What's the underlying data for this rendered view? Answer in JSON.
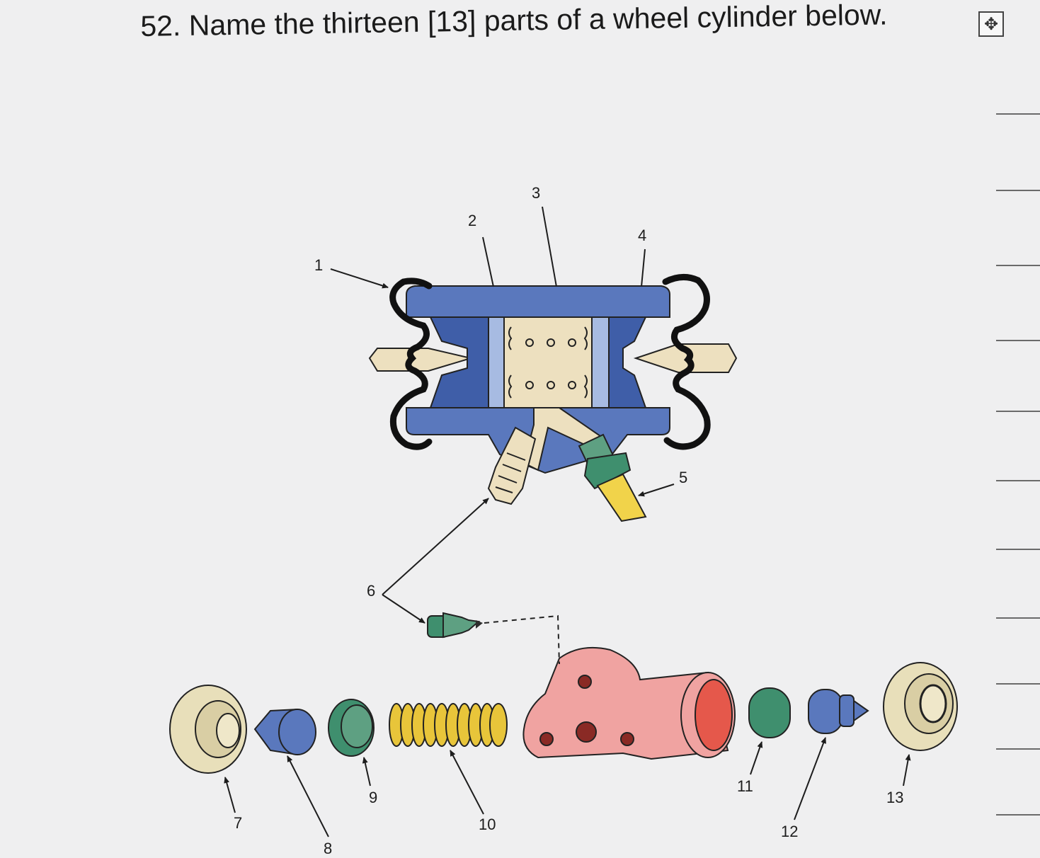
{
  "question": {
    "text": "52. Name the thirteen [13] parts of a wheel cylinder below.",
    "move_icon": "move-icon"
  },
  "diagram": {
    "part_labels": [
      "1",
      "2",
      "3",
      "4",
      "5",
      "6",
      "7",
      "8",
      "9",
      "10",
      "11",
      "12",
      "13"
    ]
  },
  "answer_lines": {
    "count": 11
  },
  "colors": {
    "body_blue": "#5a78bd",
    "piston_tan": "#ede0bf",
    "cup_blue": "#a7bbe2",
    "housing_red": "#f0a3a1",
    "seal_green": "#3f8f6e",
    "spring_yellow": "#e8c53a",
    "line_yellow": "#f1d34a"
  }
}
